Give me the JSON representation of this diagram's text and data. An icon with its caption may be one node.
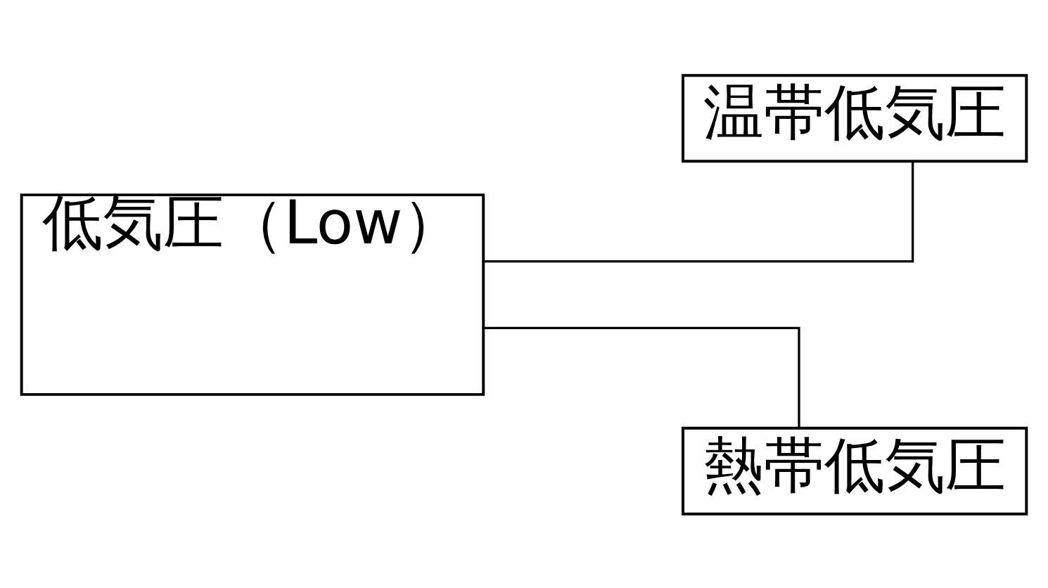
{
  "diagram": {
    "nodes": [
      {
        "text": [
          "低気圧（Low）"
        ]
      },
      {
        "text": [
          "温帯低気圧"
        ]
      },
      {
        "text": [
          "熱帯低気圧"
        ]
      }
    ],
    "edges": [
      {
        "from": 0,
        "to": 1,
        "arrow": "none"
      },
      {
        "from": 0,
        "to": 2,
        "arrow": "none"
      }
    ]
  }
}
